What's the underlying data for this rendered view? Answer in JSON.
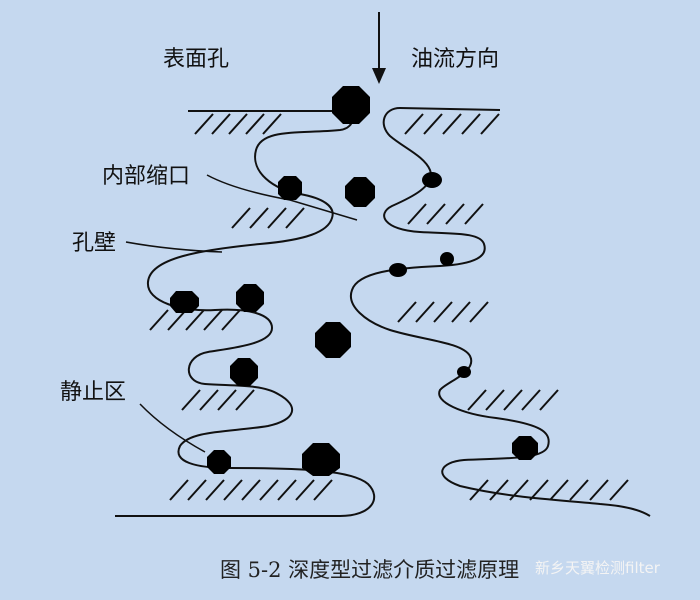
{
  "labels": {
    "surface_pore": "表面孔",
    "flow_direction": "油流方向",
    "internal_constriction": "内部缩口",
    "pore_wall": "孔壁",
    "stagnant_zone": "静止区"
  },
  "caption": "图 5-2 深度型过滤介质过滤原理",
  "watermark": "新乡天翼检测filter",
  "colors": {
    "background": "#c5d8ef",
    "ink": "#111111"
  }
}
